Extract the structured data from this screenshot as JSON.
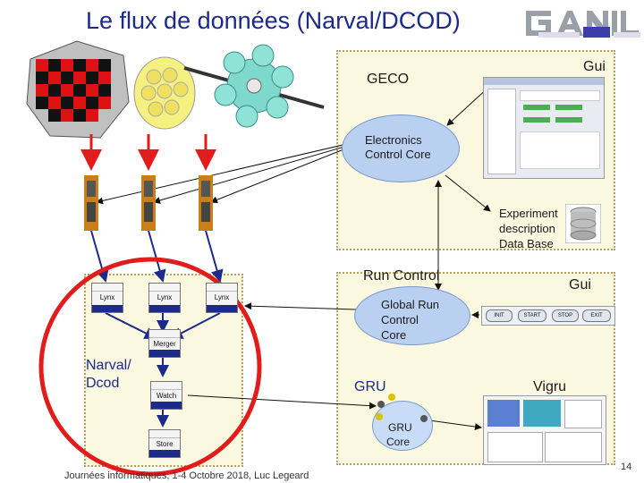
{
  "title": "Le flux de données (Narval/DCOD)",
  "geco": {
    "label": "GECO",
    "gui_label": "Gui",
    "electronics_core": [
      "Electronics",
      "Control Core"
    ],
    "experiment_db": [
      "Experiment",
      "description",
      "Data Base"
    ]
  },
  "run_control": {
    "label": "Run Control",
    "gui_label": "Gui",
    "global_core": [
      "Global Run",
      "Control",
      "Core"
    ],
    "buttons": [
      "INIT",
      "START",
      "STOP",
      "EXIT"
    ]
  },
  "narval": {
    "label": [
      "Narval/",
      "Dcod"
    ],
    "nodes": [
      "Lynx",
      "Lynx",
      "Lynx",
      "Merger",
      "Watch",
      "Store"
    ]
  },
  "gru": {
    "label": "GRU",
    "vigru_label": "Vigru",
    "core": [
      "GRU",
      "Core"
    ]
  },
  "footer": "Journées informatiques, 1-4 Octobre 2018, Luc Legeard",
  "page_number": "14",
  "colors": {
    "title": "#1c2a8a",
    "panel_bg": "#fbf8e0",
    "ellipse": "#b9d0f0",
    "red": "#b81010",
    "narval_circle": "#e21b1b"
  }
}
